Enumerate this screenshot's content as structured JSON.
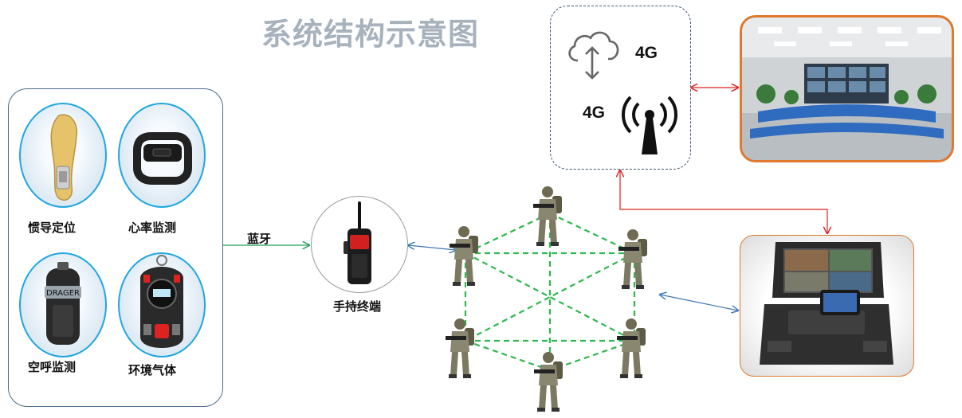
{
  "title": "系统结构示意图",
  "sensors": [
    {
      "label": "惯导定位",
      "icon": "insole-sensor-icon"
    },
    {
      "label": "心率监测",
      "icon": "heart-rate-band-icon"
    },
    {
      "label": "空呼监测",
      "icon": "breathing-apparatus-icon"
    },
    {
      "label": "环境气体",
      "icon": "gas-detector-icon"
    }
  ],
  "link_labels": {
    "bluetooth": "蓝牙",
    "network_top": "4G",
    "network_bottom": "4G"
  },
  "handheld_label": "手持终端",
  "colors": {
    "title": "#a8b2bd",
    "sensor_ring": "#1fa6e0",
    "mesh": "#2eb84d",
    "red_link": "#e02020",
    "blue_link": "#3c78b4",
    "green_link": "#22a05a",
    "orange_border": "#e0782e"
  }
}
